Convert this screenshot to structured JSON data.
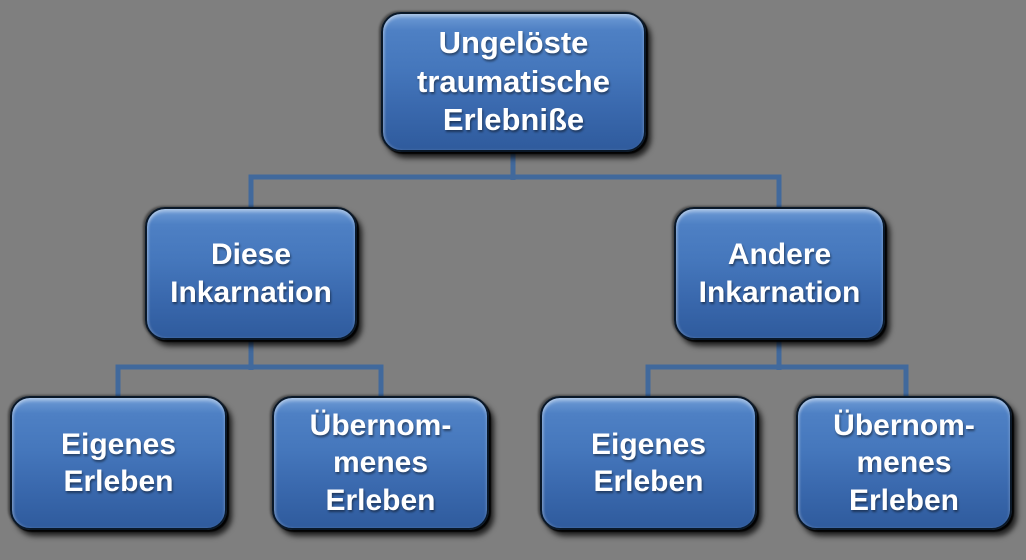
{
  "diagram": {
    "type": "hierarchy-org-chart",
    "language": "de"
  },
  "colors": {
    "background": "#7f7f7f",
    "connector": "#41699c",
    "box_fill_top": "#6f9cd6",
    "box_fill_mid": "#4577bc",
    "box_fill_bottom": "#2f5b9d",
    "box_border": "#0a1828",
    "text": "#ffffff"
  },
  "nodes": {
    "root": {
      "label": "Ungelöste\ntraumatische\nErlebniße"
    },
    "level2": [
      {
        "label": "Diese\nInkarnation"
      },
      {
        "label": "Andere\nInkarnation"
      }
    ],
    "level3": [
      {
        "label": "Eigenes\nErleben"
      },
      {
        "label": "Übernom-\nmenes\nErleben"
      },
      {
        "label": "Eigenes\nErleben"
      },
      {
        "label": "Übernom-\nmenes\nErleben"
      }
    ]
  }
}
